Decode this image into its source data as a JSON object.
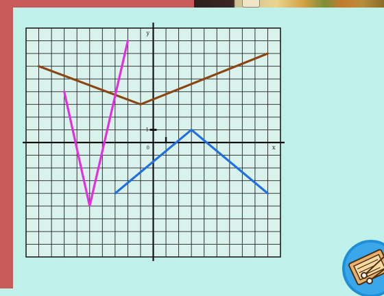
{
  "graph": {
    "x_axis_label": "x",
    "y_axis_label": "y",
    "origin_label": "0",
    "unit_label": "1",
    "colors": {
      "background": "#d9f2ec",
      "grid": "#1f1f1f",
      "axis": "#111111",
      "brown_line": "#8b4513",
      "magenta_line": "#e52ee0",
      "blue_line": "#1f6fe0"
    }
  },
  "chart_data": {
    "type": "line",
    "title": "",
    "xlabel": "x",
    "ylabel": "y",
    "xlim": [
      -10,
      10
    ],
    "ylim": [
      -9,
      9
    ],
    "grid": true,
    "series": [
      {
        "color": "#8b4513",
        "x": [
          -9,
          -1,
          9
        ],
        "y": [
          6,
          3,
          7
        ]
      },
      {
        "color": "#e52ee0",
        "x": [
          -7,
          -5,
          -2
        ],
        "y": [
          4,
          -5,
          8
        ]
      },
      {
        "color": "#1f6fe0",
        "x": [
          -3,
          3,
          9
        ],
        "y": [
          -4,
          1,
          -4
        ]
      }
    ]
  }
}
